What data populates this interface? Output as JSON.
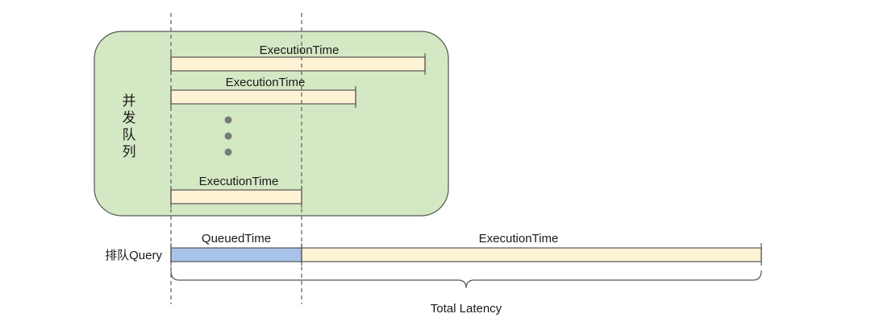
{
  "concurrent_queue": {
    "label_chars": [
      "并",
      "发",
      "队",
      "列"
    ],
    "box_color": "#d5e8c4",
    "box_border": "#555555",
    "bars": [
      {
        "label": "ExecutionTime"
      },
      {
        "label": "ExecutionTime"
      },
      {
        "label": "ExecutionTime"
      }
    ],
    "ellipsis_dots": 3
  },
  "queued_query": {
    "row_label": "排队Query",
    "queued_label": "QueuedTime",
    "execution_label": "ExecutionTime",
    "queued_color": "#a9c2e8",
    "execution_color": "#fff3d6"
  },
  "total": {
    "label": "Total Latency"
  }
}
